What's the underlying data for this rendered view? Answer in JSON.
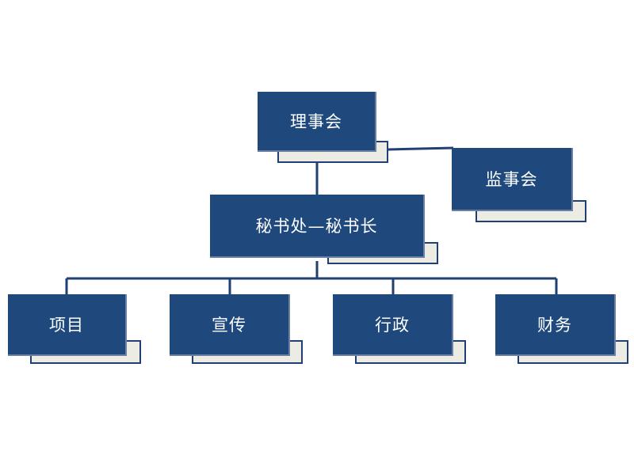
{
  "diagram": {
    "nodes": {
      "board": {
        "label": "理事会"
      },
      "supervisors": {
        "label": "监事会"
      },
      "secretariat": {
        "label": "秘书处—秘书长"
      },
      "projects": {
        "label": "项目"
      },
      "publicity": {
        "label": "宣传"
      },
      "administration": {
        "label": "行政"
      },
      "finance": {
        "label": "财务"
      }
    },
    "edges": [
      {
        "from": "board",
        "to": "supervisors"
      },
      {
        "from": "board",
        "to": "secretariat"
      },
      {
        "from": "secretariat",
        "to": "projects"
      },
      {
        "from": "secretariat",
        "to": "publicity"
      },
      {
        "from": "secretariat",
        "to": "administration"
      },
      {
        "from": "secretariat",
        "to": "finance"
      }
    ],
    "colors": {
      "box_fill": "#1f497d",
      "tab_fill": "#ecebe4",
      "line": "#1f3f75",
      "text": "#ffffff"
    }
  }
}
